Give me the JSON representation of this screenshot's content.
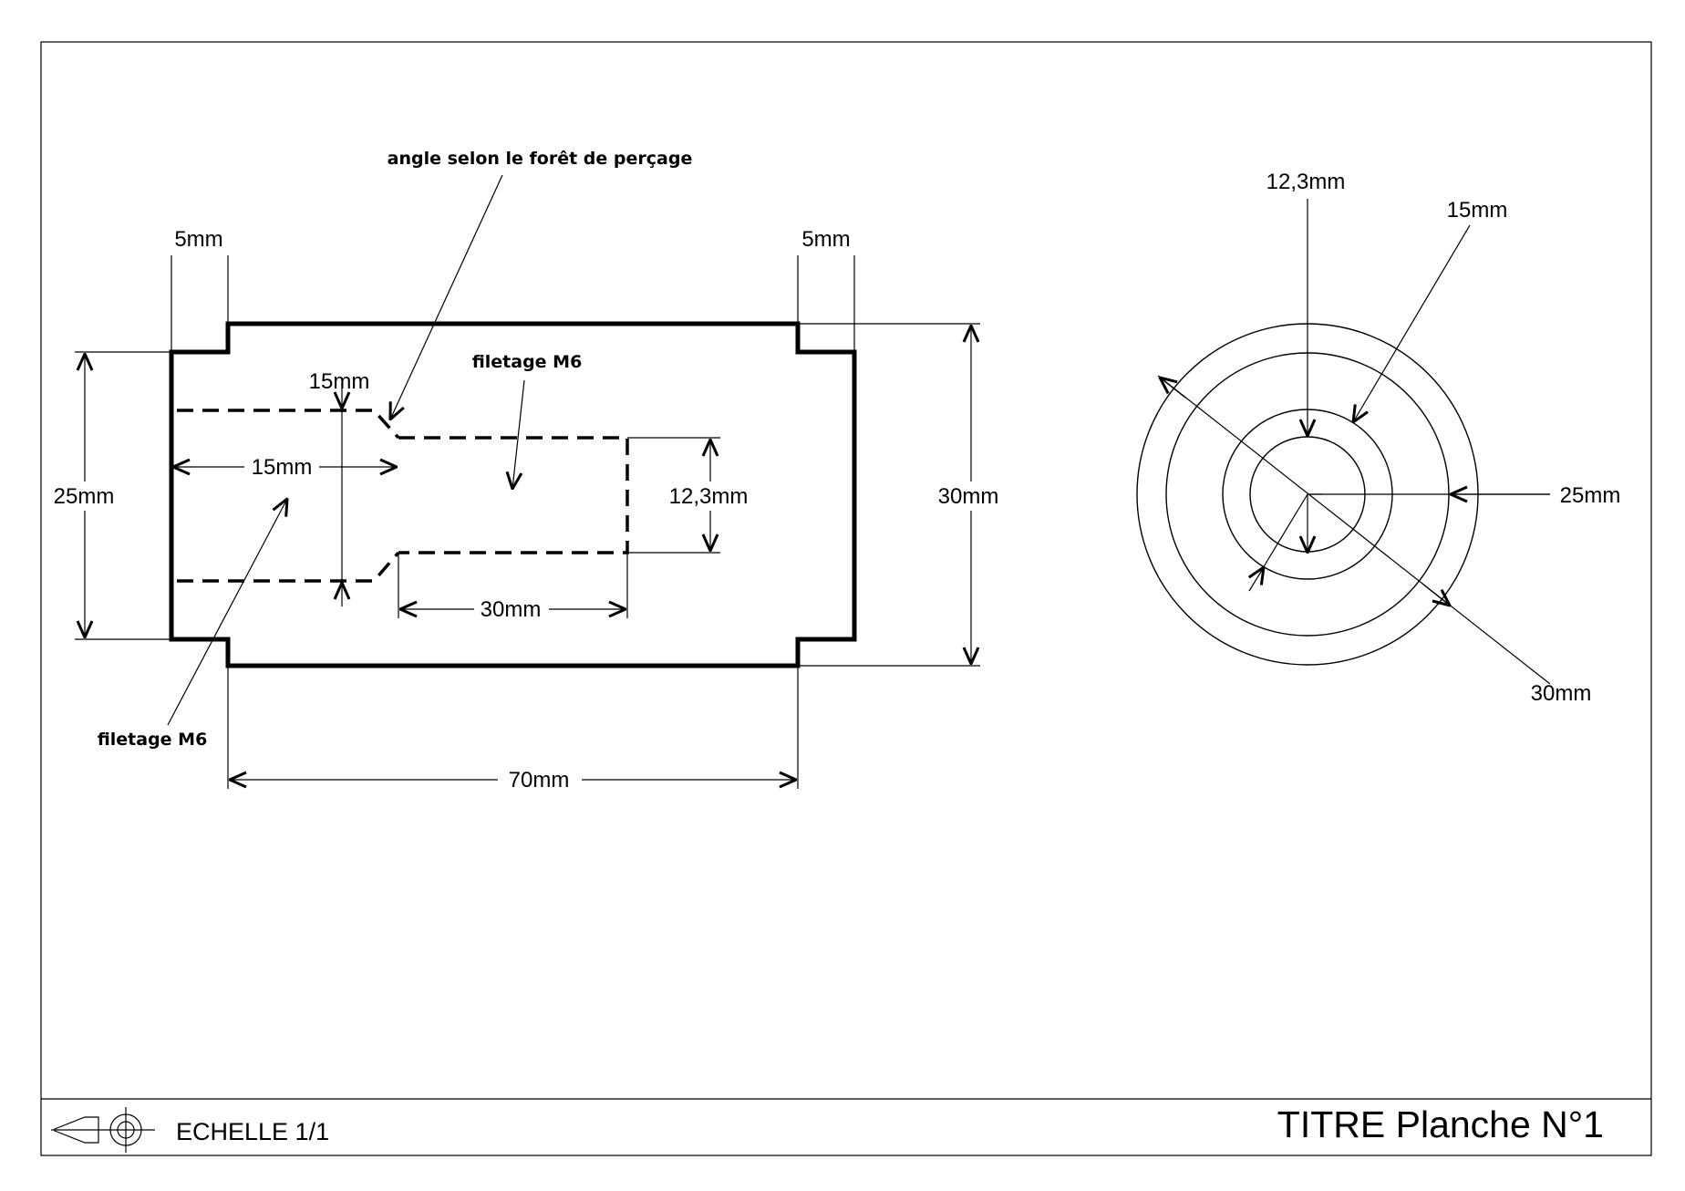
{
  "title_block": {
    "title": "TITRE Planche N°1",
    "scale": "ECHELLE 1/1",
    "projection_symbol": "first-angle-projection-icon"
  },
  "section_view": {
    "dimensions": {
      "shoulder_left": "5mm",
      "shoulder_right": "5mm",
      "outer_diameter": "30mm",
      "shoulder_diameter": "25mm",
      "bore_diameter": "15mm",
      "bore_depth": "15mm",
      "thread_diameter": "12,3mm",
      "thread_depth": "30mm",
      "overall_length": "70mm"
    },
    "notes": {
      "drill_angle": "angle selon le forêt de perçage",
      "thread_inner": "filetage M6",
      "thread_outer": "filetage M6"
    }
  },
  "end_view": {
    "dimensions": {
      "d_12_3": "12,3mm",
      "d_15": "15mm",
      "d_25": "25mm",
      "d_30": "30mm"
    }
  }
}
